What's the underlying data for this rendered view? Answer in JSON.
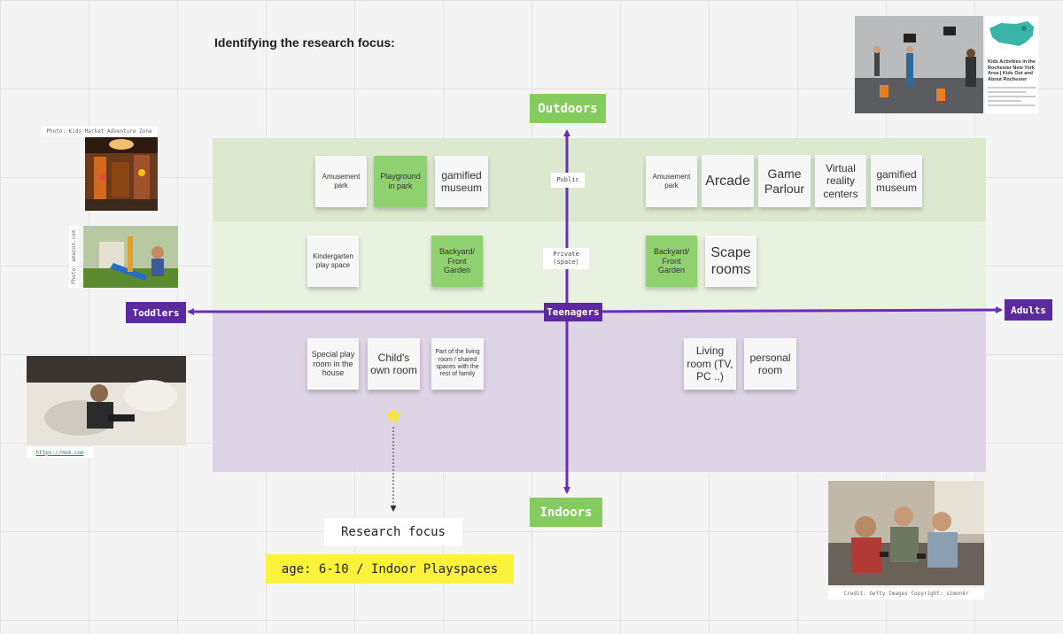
{
  "title": "Identifying the research focus:",
  "axes": {
    "top": "Outdoors",
    "bottom": "Indoors",
    "left": "Toddlers",
    "center": "Teenagers",
    "right": "Adults",
    "public_label": "Public",
    "private_label": "Private\n(space)"
  },
  "stickies": {
    "amusement_park_1": "Amusement park",
    "playground": "Playground in park",
    "gamified_museum_1": "gamified museum",
    "amusement_park_2": "Amusement park",
    "arcade": "Arcade",
    "game_parlour": "Game Parlour",
    "vr_centers": "Virtual reality centers",
    "gamified_museum_2": "gamified museum",
    "kindergarten": "Kindergarten play space",
    "backyard_1": "Backyard/ Front Garden",
    "backyard_2": "Backyard/ Front Garden",
    "scape_rooms": "Scape rooms",
    "special_play_room": "Special play room in the house",
    "childs_own_room": "Child's own room",
    "shared_spaces": "Part of the living room / shared spaces with the rest of family",
    "living_room": "Living room (TV, PC ..)",
    "personal_room": "personal room"
  },
  "research_focus": "Research focus",
  "focus_value": "age: 6-10 / Indoor Playspaces",
  "captions": {
    "photo1": "Photo: Kids Market Adventure Zone",
    "photo2": "Photo: amazon.com",
    "photo3": "https://mom.com",
    "photo4": "Credit: Getty Images Copyright: simonkr"
  },
  "article": {
    "title": "Kids Activities in the Rochester New York Area | Kids Out and About Rochester"
  },
  "colors": {
    "axis_purple": "#6a2fb3",
    "tag_green": "#85cc60",
    "sticky_green": "#8fd16f",
    "highlight_yellow": "#fbf23b",
    "star_yellow": "#f7e531"
  }
}
